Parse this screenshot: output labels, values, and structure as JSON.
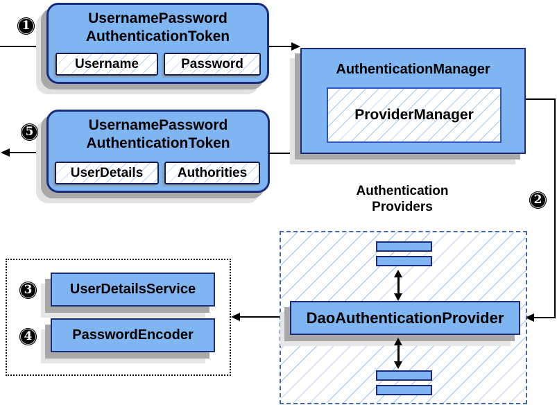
{
  "steps": {
    "s1": "1",
    "s2": "2",
    "s3": "3",
    "s4": "4",
    "s5": "5"
  },
  "token_request": {
    "title_line1": "UsernamePassword",
    "title_line2": "AuthenticationToken",
    "field_username": "Username",
    "field_password": "Password"
  },
  "authentication_manager": {
    "title": "AuthenticationManager",
    "provider_manager": "ProviderManager"
  },
  "token_result": {
    "title_line1": "UsernamePassword",
    "title_line2": "AuthenticationToken",
    "field_user_details": "UserDetails",
    "field_authorities": "Authorities"
  },
  "authentication_providers": {
    "label_line1": "Authentication",
    "label_line2": "Providers",
    "dao_provider": "DaoAuthenticationProvider"
  },
  "services": {
    "user_details_service": "UserDetailsService",
    "password_encoder": "PasswordEncoder"
  },
  "colors": {
    "node_fill": "#7fb6f2",
    "node_border": "#1b2a7b",
    "hatch_line": "#a6c8f0",
    "dashed_border": "#4068ac",
    "flow_line": "#000000",
    "shadow": "#a8a8a8"
  }
}
